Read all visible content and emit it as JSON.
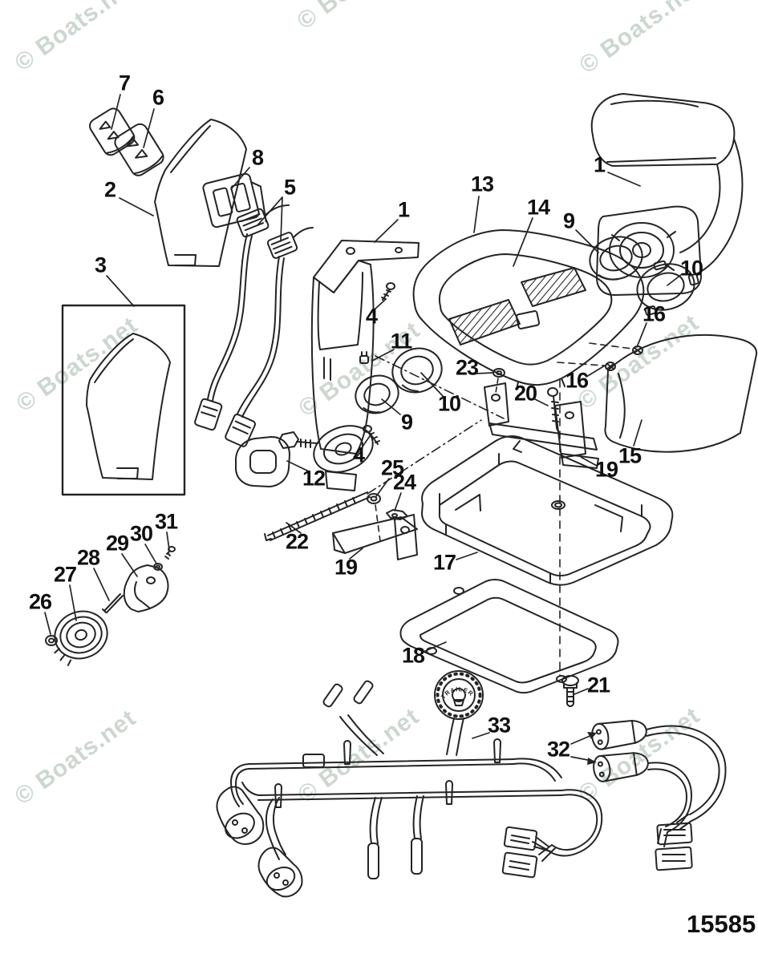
{
  "watermark": {
    "text": "© Boats.net",
    "color": "#ccd7d0"
  },
  "footer": {
    "part_number": "15585"
  },
  "key_switch": {
    "ring_text": "TRAILER"
  },
  "callouts": [
    {
      "label": "7"
    },
    {
      "label": "6"
    },
    {
      "label": "2"
    },
    {
      "label": "8"
    },
    {
      "label": "5"
    },
    {
      "label": "3"
    },
    {
      "label": "1"
    },
    {
      "label": "13"
    },
    {
      "label": "14"
    },
    {
      "label": "9"
    },
    {
      "label": "1"
    },
    {
      "label": "10"
    },
    {
      "label": "16"
    },
    {
      "label": "11"
    },
    {
      "label": "23"
    },
    {
      "label": "20"
    },
    {
      "label": "16"
    },
    {
      "label": "10"
    },
    {
      "label": "9"
    },
    {
      "label": "15"
    },
    {
      "label": "19"
    },
    {
      "label": "4"
    },
    {
      "label": "4"
    },
    {
      "label": "12"
    },
    {
      "label": "25"
    },
    {
      "label": "24"
    },
    {
      "label": "22"
    },
    {
      "label": "19"
    },
    {
      "label": "17"
    },
    {
      "label": "31"
    },
    {
      "label": "30"
    },
    {
      "label": "29"
    },
    {
      "label": "28"
    },
    {
      "label": "27"
    },
    {
      "label": "26"
    },
    {
      "label": "18"
    },
    {
      "label": "21"
    },
    {
      "label": "33"
    },
    {
      "label": "32"
    }
  ]
}
